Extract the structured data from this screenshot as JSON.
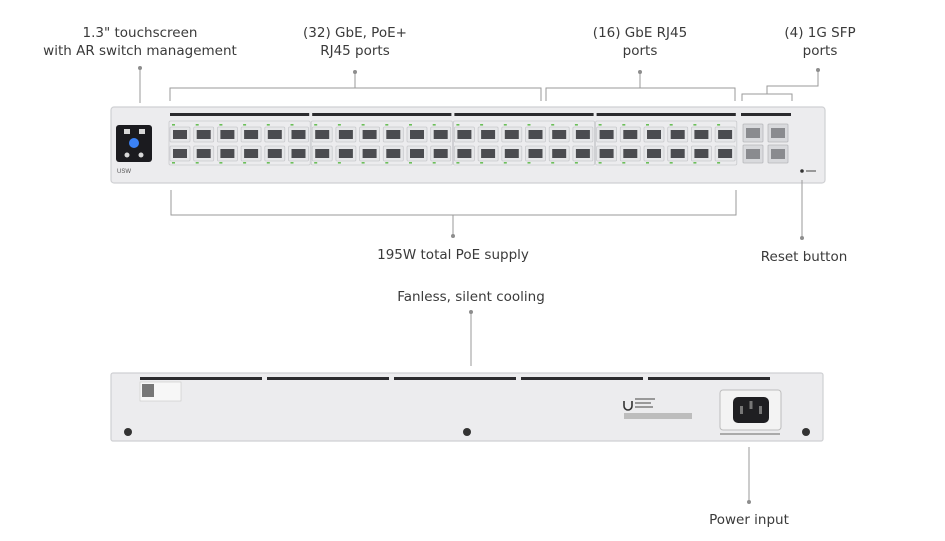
{
  "callouts": {
    "touchscreen": {
      "line1": "1.3\" touchscreen",
      "line2": "with AR switch management"
    },
    "poe_ports": {
      "line1": "(32) GbE, PoE+",
      "line2": "RJ45 ports"
    },
    "gbe_ports": {
      "line1": "(16) GbE RJ45",
      "line2": "ports"
    },
    "sfp_ports": {
      "line1": "(4) 1G SFP",
      "line2": "ports"
    },
    "poe_supply": "195W total PoE supply",
    "reset": "Reset button",
    "cooling": "Fanless, silent cooling",
    "power": "Power input"
  },
  "device": {
    "model_badge": "USW",
    "colors": {
      "chassis": "#ececee",
      "chassis_edge": "#cfd0d3",
      "port_frame": "#c9cacd",
      "port_hole": "#4b4c50",
      "screen": "#1b1b1f",
      "screen_icon": "#3b82f6",
      "led_green": "#6bbf59",
      "callout_line": "#9a9a9a"
    },
    "rj45_poe_count": 32,
    "rj45_gbe_count": 16,
    "sfp_count": 4,
    "rear_vent_slots": 5,
    "power_socket": "IEC C14"
  }
}
